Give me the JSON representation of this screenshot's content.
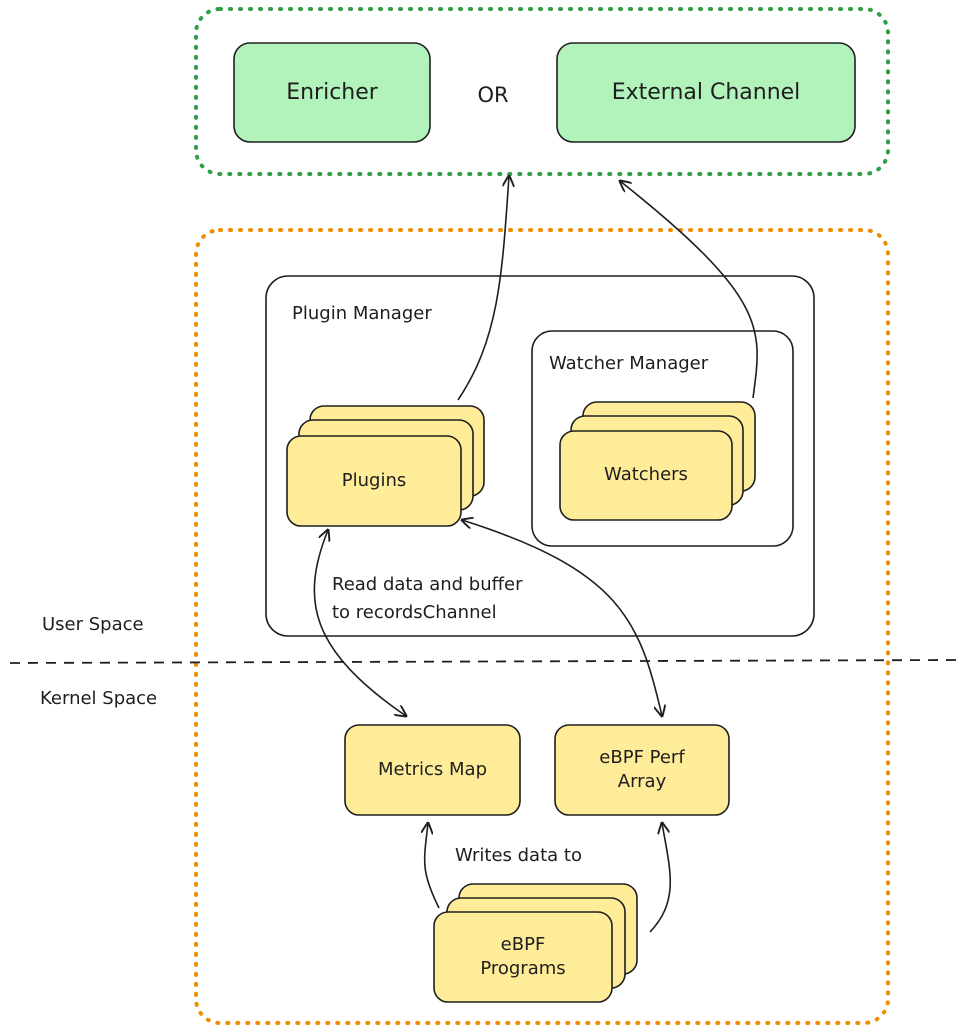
{
  "top_group": {
    "enricher_label": "Enricher",
    "or_label": "OR",
    "external_channel_label": "External Channel"
  },
  "plugin_manager": {
    "title": "Plugin Manager",
    "plugins_label": "Plugins",
    "watcher_manager": {
      "title": "Watcher Manager",
      "watchers_label": "Watchers"
    }
  },
  "annotations": {
    "read_data_line1": "Read data and buffer",
    "read_data_line2": "to recordsChannel",
    "writes_data": "Writes data to"
  },
  "space_labels": {
    "user_space": "User Space",
    "kernel_space": "Kernel Space"
  },
  "kernel": {
    "metrics_map_label": "Metrics Map",
    "perf_array_line1": "eBPF Perf",
    "perf_array_line2": "Array",
    "programs_line1": "eBPF",
    "programs_line2": "Programs"
  },
  "colors": {
    "green_fill": "#b2f2bb",
    "yellow_fill": "#ffec99",
    "green_dotted": "#2f9e44",
    "orange_dotted": "#f08c00",
    "stroke": "#1e1e1e"
  }
}
